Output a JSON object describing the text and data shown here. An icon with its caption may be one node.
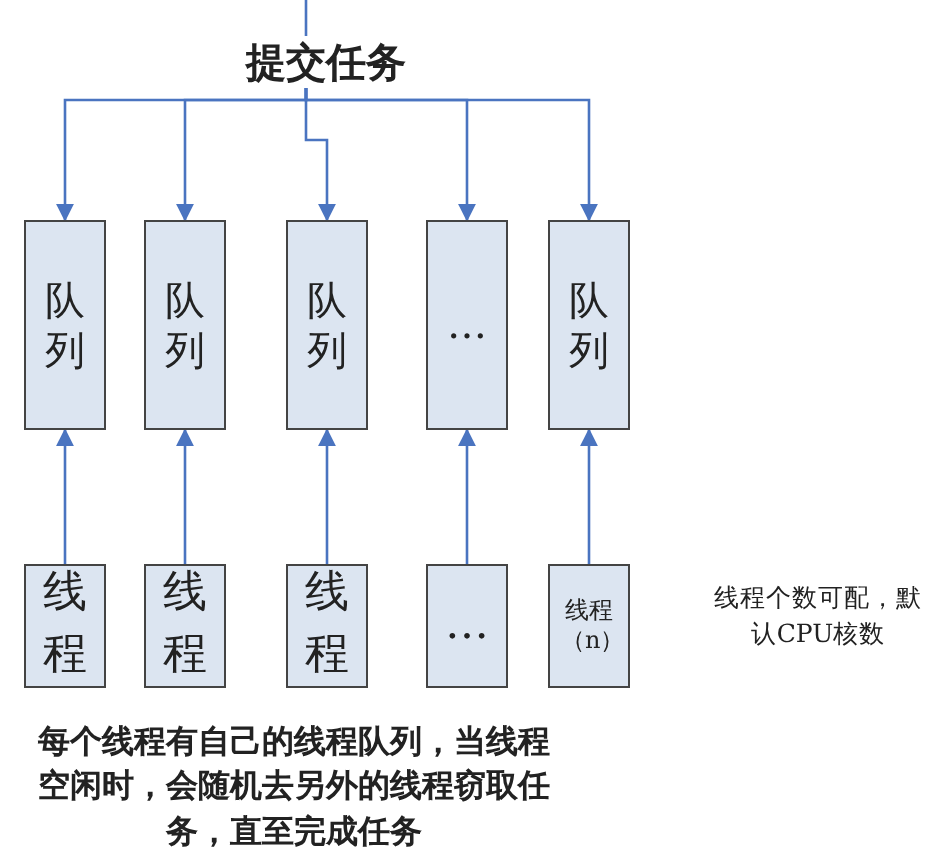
{
  "diagram": {
    "nodes": [
      {
        "text": [
          "提交任务"
        ]
      },
      {
        "text": [
          "队列"
        ]
      },
      {
        "text": [
          "队列"
        ]
      },
      {
        "text": [
          "队列"
        ]
      },
      {
        "text": [
          "…"
        ]
      },
      {
        "text": [
          "队列"
        ]
      },
      {
        "text": [
          "线程"
        ]
      },
      {
        "text": [
          "线程"
        ]
      },
      {
        "text": [
          "线程"
        ]
      },
      {
        "text": [
          "…"
        ]
      },
      {
        "text": [
          "线程（n）"
        ]
      }
    ],
    "edges": [
      {
        "from": null,
        "to": 0,
        "arrow": "none"
      },
      {
        "from": 0,
        "to": 1,
        "arrow": "to"
      },
      {
        "from": 0,
        "to": 2,
        "arrow": "to"
      },
      {
        "from": 0,
        "to": 3,
        "arrow": "to"
      },
      {
        "from": 0,
        "to": 4,
        "arrow": "to"
      },
      {
        "from": 0,
        "to": 5,
        "arrow": "to"
      },
      {
        "from": 6,
        "to": 1,
        "arrow": "to"
      },
      {
        "from": 7,
        "to": 2,
        "arrow": "to"
      },
      {
        "from": 8,
        "to": 3,
        "arrow": "to"
      },
      {
        "from": 9,
        "to": 4,
        "arrow": "to"
      },
      {
        "from": 10,
        "to": 5,
        "arrow": "to"
      }
    ],
    "labels": [
      "线程个数可配，默认CPU核数",
      "每个线程有自己的线程队列，当线程空闲时，会随机去另外的线程窃取任务，直至完成任务"
    ]
  }
}
